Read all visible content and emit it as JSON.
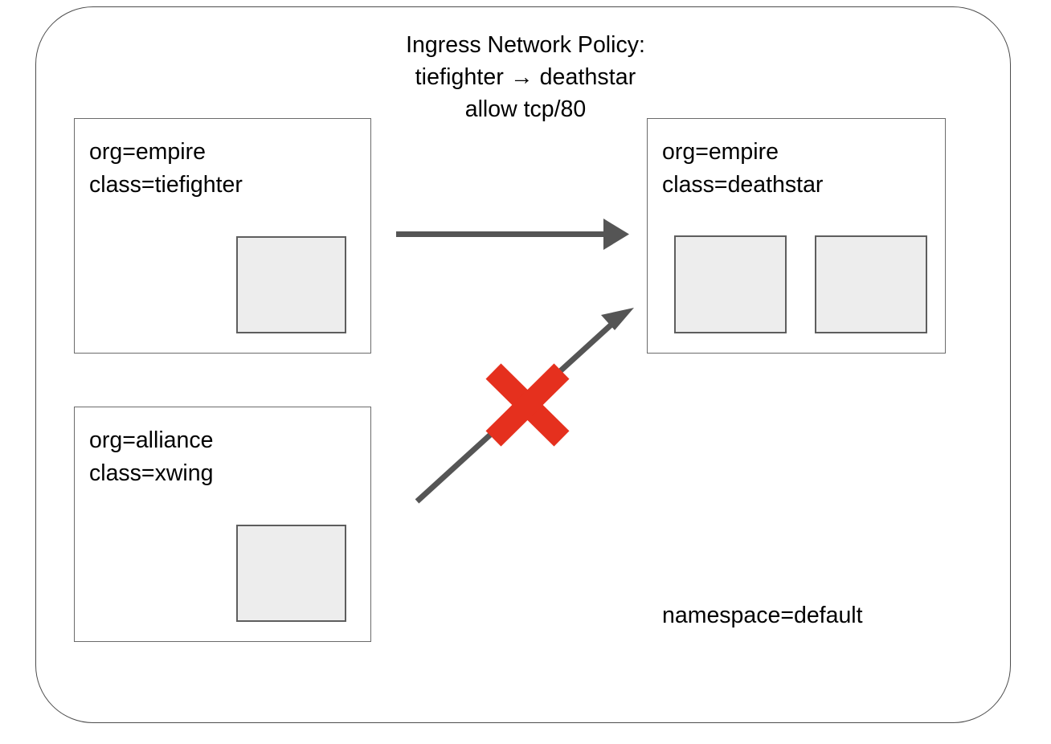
{
  "diagram": {
    "title": {
      "line1": "Ingress Network Policy:",
      "line2": "tiefighter → deathstar",
      "line3": "allow tcp/80"
    },
    "namespace_label": "namespace=default",
    "endpoints": [
      {
        "id": "tiefighter",
        "org_label": "org=empire",
        "class_label": "class=tiefighter",
        "pod_count": 1
      },
      {
        "id": "xwing",
        "org_label": "org=alliance",
        "class_label": "class=xwing",
        "pod_count": 1
      },
      {
        "id": "deathstar",
        "org_label": "org=empire",
        "class_label": "class=deathstar",
        "pod_count": 2
      }
    ],
    "connections": [
      {
        "id": "allowed-tiefighter-to-deathstar",
        "from": "tiefighter",
        "to": "deathstar",
        "state": "allowed",
        "blocked_marker": false
      },
      {
        "id": "denied-xwing-to-deathstar",
        "from": "xwing",
        "to": "deathstar",
        "state": "denied",
        "blocked_marker": true
      }
    ],
    "colors": {
      "boundary_stroke": "#4d4d4d",
      "box_stroke": "#6b6b6b",
      "pod_fill": "#ededed",
      "pod_stroke": "#5e5e5e",
      "arrow": "#555555",
      "deny_marker": "#e5301e",
      "background": "#ffffff",
      "text": "#000000"
    },
    "icons": {
      "deny_marker": "red-x-icon",
      "allowed_arrow": "arrow-right-icon",
      "denied_arrow": "arrow-up-right-icon"
    }
  }
}
